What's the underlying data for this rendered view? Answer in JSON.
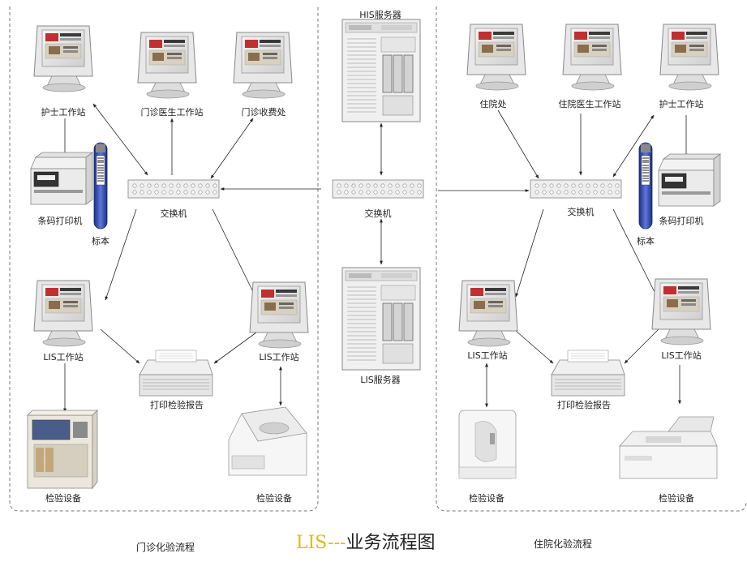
{
  "title": {
    "lis": "LIS---",
    "rest": "业务流程图"
  },
  "sections": {
    "outpatient_caption": "门诊化验流程",
    "inpatient_caption": "住院化验流程"
  },
  "center": {
    "his_server": "HIS服务器",
    "switch": "交换机",
    "lis_server": "LIS服务器"
  },
  "left": {
    "nurse_station": "护士工作站",
    "doctor_station": "门诊医生工作站",
    "billing": "门诊收费处",
    "barcode_printer": "条码打印机",
    "specimen": "标本",
    "switch": "交换机",
    "lis_station_1": "LIS工作站",
    "lis_station_2": "LIS工作站",
    "report_printer": "打印检验报告",
    "device_1": "检验设备",
    "device_2": "检验设备"
  },
  "right": {
    "admission": "住院处",
    "doctor_station": "住院医生工作站",
    "nurse_station": "护士工作站",
    "barcode_printer": "条码打印机",
    "specimen": "标本",
    "switch": "交换机",
    "lis_station_1": "LIS工作站",
    "lis_station_2": "LIS工作站",
    "report_printer": "打印检验报告",
    "device_1": "检验设备",
    "device_2": "检验设备"
  }
}
